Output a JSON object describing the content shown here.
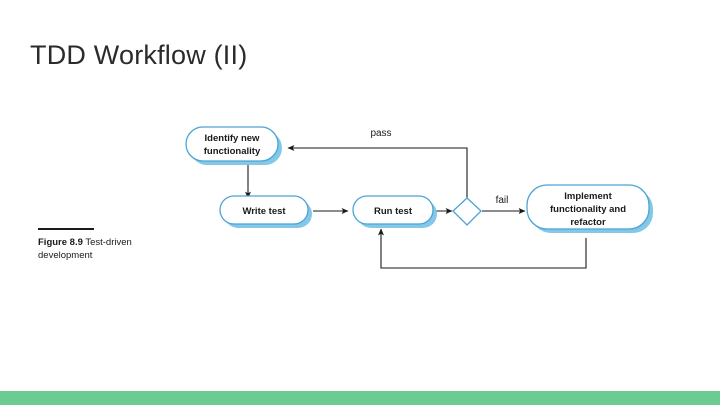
{
  "slide": {
    "title": "TDD Workflow (II)",
    "background_color": "#ffffff",
    "accent_bar_color": "#6bcb93"
  },
  "figure": {
    "caption_number": "Figure 8.9",
    "caption_text": " Test-driven development",
    "node_border_color": "#4da3d4",
    "node_shadow_color": "#83c8e8",
    "connector_color": "#1a1a1a",
    "nodes": [
      {
        "id": "identify",
        "label_lines": [
          "Identify new",
          "functionality"
        ],
        "shape": "rounded-rect"
      },
      {
        "id": "write-test",
        "label_lines": [
          "Write test"
        ],
        "shape": "rounded-rect"
      },
      {
        "id": "run-test",
        "label_lines": [
          "Run test"
        ],
        "shape": "rounded-rect"
      },
      {
        "id": "decision",
        "label_lines": [],
        "shape": "diamond"
      },
      {
        "id": "implement",
        "label_lines": [
          "Implement",
          "functionality and",
          "refactor"
        ],
        "shape": "rounded-rect"
      }
    ],
    "edges": [
      {
        "id": "identify-to-write",
        "label": "",
        "from": "identify",
        "to": "write-test"
      },
      {
        "id": "write-to-run",
        "label": "",
        "from": "write-test",
        "to": "run-test"
      },
      {
        "id": "run-to-decision",
        "label": "",
        "from": "run-test",
        "to": "decision"
      },
      {
        "id": "decision-fail",
        "label": "fail",
        "from": "decision",
        "to": "implement"
      },
      {
        "id": "decision-pass",
        "label": "pass",
        "from": "decision",
        "to": "identify"
      },
      {
        "id": "implement-to-run",
        "label": "",
        "from": "implement",
        "to": "run-test"
      }
    ]
  }
}
